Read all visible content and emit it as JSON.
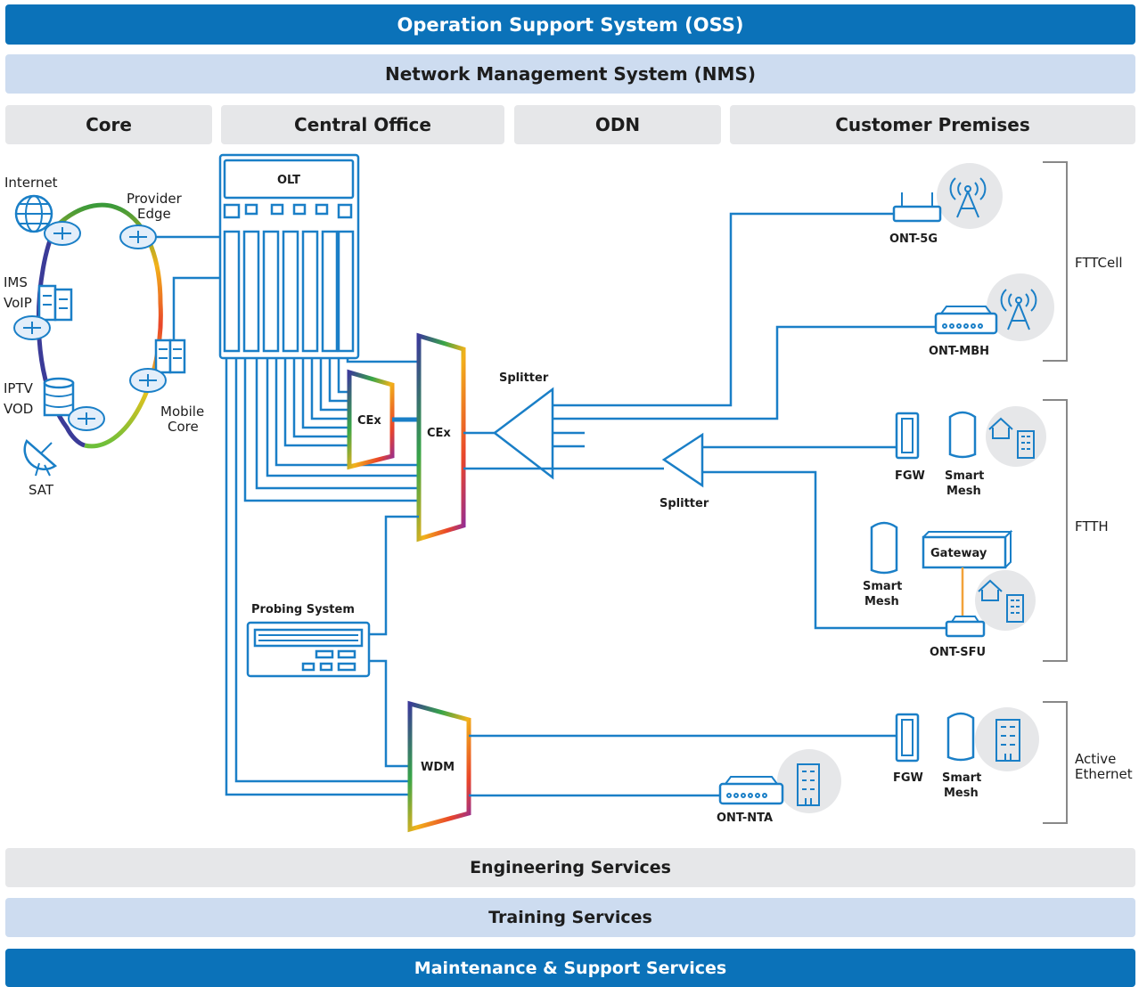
{
  "bands": {
    "oss": "Operation Support System (OSS)",
    "nms": "Network Management System (NMS)",
    "engineering": "Engineering Services",
    "training": "Training Services",
    "maintenance": "Maintenance & Support Services"
  },
  "sections": {
    "core": "Core",
    "central_office": "Central Office",
    "odn": "ODN",
    "customer_premises": "Customer Premises"
  },
  "core": {
    "internet": "Internet",
    "provider_edge_1": "Provider",
    "provider_edge_2": "Edge",
    "ims": "IMS",
    "voip": "VoIP",
    "iptv": "IPTV",
    "vod": "VOD",
    "sat": "SAT",
    "mobile_core_1": "Mobile",
    "mobile_core_2": "Core"
  },
  "central": {
    "olt": "OLT",
    "cex_small": "CEx",
    "cex_large": "CEx",
    "probing": "Probing System",
    "wdm": "WDM"
  },
  "odn": {
    "splitter_top": "Splitter",
    "splitter_bottom": "Splitter"
  },
  "premises": {
    "ont_5g": "ONT-5G",
    "ont_mbh": "ONT-MBH",
    "fgw_1": "FGW",
    "smart_mesh_1a": "Smart",
    "smart_mesh_1b": "Mesh",
    "gateway": "Gateway",
    "smart_mesh_2a": "Smart",
    "smart_mesh_2b": "Mesh",
    "ont_sfu": "ONT-SFU",
    "fgw_2": "FGW",
    "smart_mesh_3a": "Smart",
    "smart_mesh_3b": "Mesh",
    "ont_nta": "ONT-NTA"
  },
  "groups": {
    "fttcell": "FTTCell",
    "ftth": "FTTH",
    "active_1": "Active",
    "active_2": "Ethernet"
  },
  "colors": {
    "primary": "#0b72b9",
    "light_band": "#cddcf0",
    "grey_band": "#e6e7e9",
    "line": "#1a7fc7"
  }
}
